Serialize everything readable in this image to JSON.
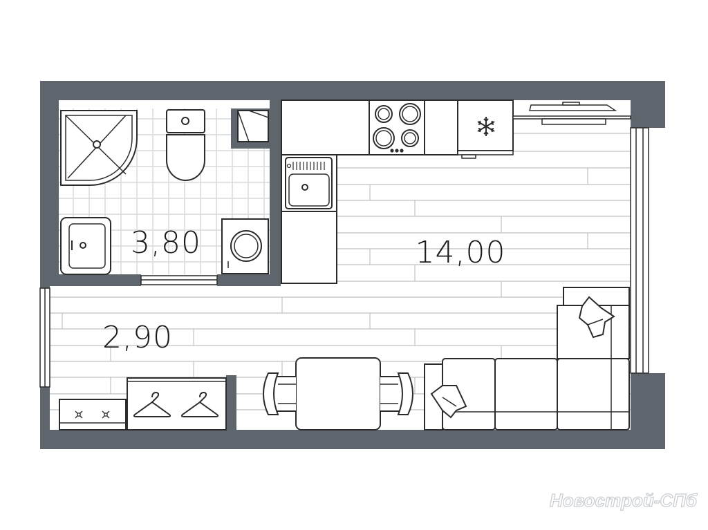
{
  "rooms": {
    "bathroom_area": "3,80",
    "living_area": "14,00",
    "hallway_area": "2,90"
  },
  "watermark": "Новострой-СПб",
  "colors": {
    "wall": "#5f656c",
    "line": "#2b2b2b",
    "tile": "#d9dadc",
    "plank": "#bfc1c4",
    "background": "#ffffff"
  },
  "icons": {
    "fridge": "snowflake-icon",
    "wardrobe": "hanger-icon"
  }
}
